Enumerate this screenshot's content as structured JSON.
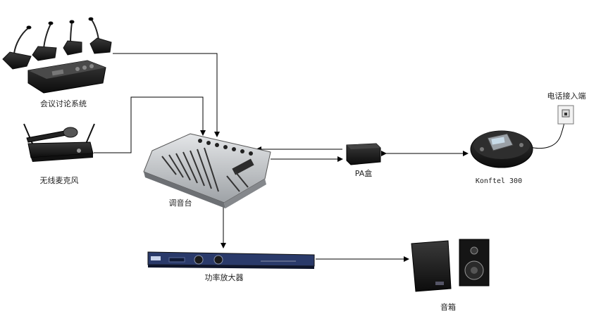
{
  "labels": {
    "conference_system": "会议讨论系统",
    "wireless_mic": "无线麦克风",
    "mixer": "调音台",
    "pa_box": "PA盒",
    "konftel": "Konftel 300",
    "phone_jack": "电话接入端",
    "amplifier": "功率放大器",
    "speakers": "音箱"
  },
  "colors": {
    "wire": "#000000",
    "device_dark": "#1c1c1c",
    "device_silver": "#c9ccd0",
    "amp_blue": "#2a3a6a"
  }
}
